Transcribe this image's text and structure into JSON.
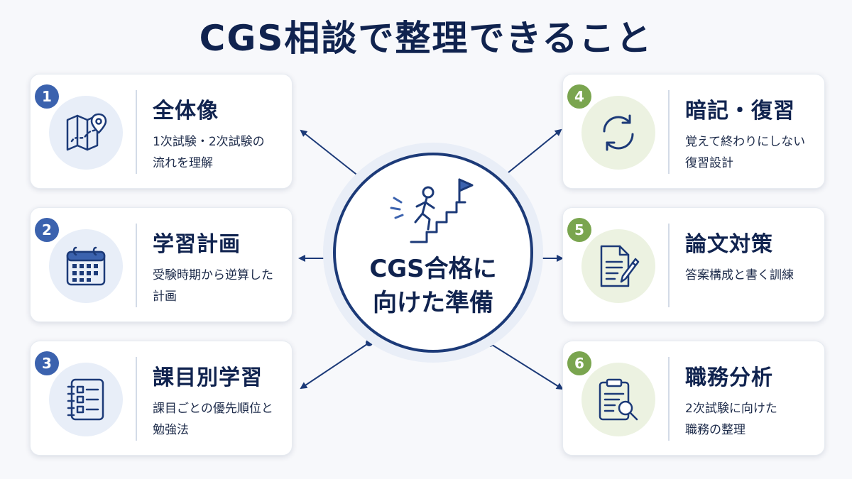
{
  "title": "CGS相談で整理できること",
  "center": {
    "line1": "CGS合格に",
    "line2": "向けた準備",
    "icon": "stair-climb-flag-icon"
  },
  "colors": {
    "navy": "#10234f",
    "left_accent": "#3b62ae",
    "right_accent": "#7aa54f",
    "connector": "#1c3a78"
  },
  "cards": [
    {
      "num": "1",
      "title": "全体像",
      "desc1": "1次試験・2次試験の",
      "desc2": "流れを理解",
      "icon": "map-pin-icon"
    },
    {
      "num": "2",
      "title": "学習計画",
      "desc1": "受験時期から逆算した",
      "desc2": "計画",
      "icon": "calendar-icon"
    },
    {
      "num": "3",
      "title": "課目別学習",
      "desc1": "課目ごとの優先順位と",
      "desc2": "勉強法",
      "icon": "checklist-notebook-icon"
    },
    {
      "num": "4",
      "title": "暗記・復習",
      "desc1": "覚えて終わりにしない",
      "desc2": "復習設計",
      "icon": "refresh-cycle-icon"
    },
    {
      "num": "5",
      "title": "論文対策",
      "desc1": "答案構成と書く訓練",
      "desc2": "",
      "icon": "document-pen-icon"
    },
    {
      "num": "6",
      "title": "職務分析",
      "desc1": "2次試験に向けた",
      "desc2": "職務の整理",
      "icon": "clipboard-search-icon"
    }
  ]
}
